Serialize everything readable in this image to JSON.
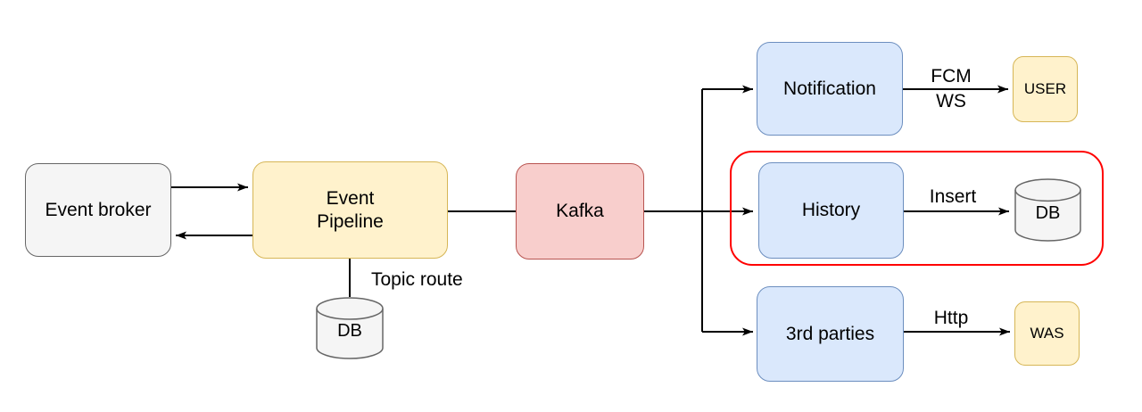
{
  "diagram": {
    "background": "#ffffff",
    "line_color": "#000000",
    "nodes": {
      "event_broker": {
        "label": "Event broker",
        "fill": "#f5f5f5",
        "stroke": "#666666"
      },
      "event_pipeline": {
        "label": "Event\nPipeline",
        "fill": "#fff2cc",
        "stroke": "#d6b656"
      },
      "kafka": {
        "label": "Kafka",
        "fill": "#f8cecc",
        "stroke": "#b85450"
      },
      "notification": {
        "label": "Notification",
        "fill": "#dae8fc",
        "stroke": "#6c8ebf"
      },
      "history": {
        "label": "History",
        "fill": "#dae8fc",
        "stroke": "#6c8ebf"
      },
      "third_parties": {
        "label": "3rd parties",
        "fill": "#dae8fc",
        "stroke": "#6c8ebf"
      },
      "user": {
        "label": "USER",
        "fill": "#fff2cc",
        "stroke": "#d6b656"
      },
      "was": {
        "label": "WAS",
        "fill": "#fff2cc",
        "stroke": "#d6b656"
      },
      "topic_db": {
        "label": "DB",
        "fill": "#f5f5f5",
        "stroke": "#666666"
      },
      "history_db": {
        "label": "DB",
        "fill": "#f5f5f5",
        "stroke": "#666666"
      }
    },
    "edge_labels": {
      "notification_user": "FCM\nWS",
      "history_db": "Insert",
      "third_parties_was": "Http",
      "pipeline_db": "Topic route"
    },
    "group": {
      "stroke": "#ff0000"
    }
  }
}
